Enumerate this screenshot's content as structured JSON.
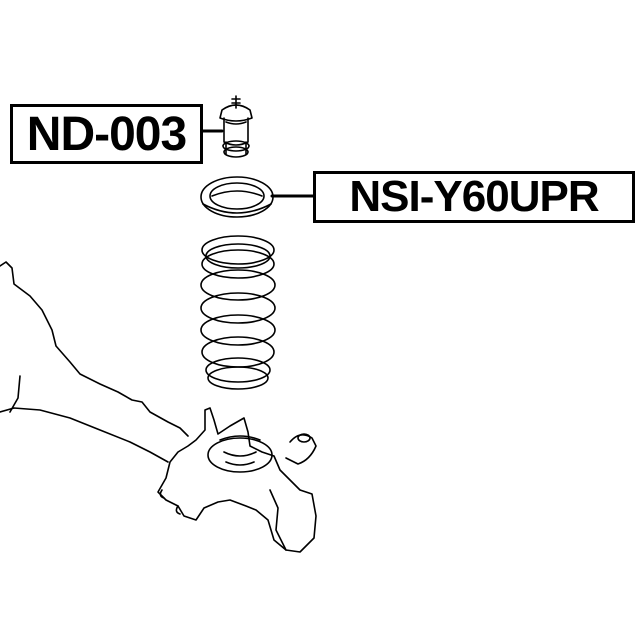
{
  "diagram": {
    "type": "exploded-parts-diagram",
    "subject": "rear suspension spring assembly",
    "callouts": [
      {
        "id": "part-1",
        "part_number": "ND-003",
        "points_to": "bump stop"
      },
      {
        "id": "part-2",
        "part_number": "NSI-Y60UPR",
        "points_to": "upper spring insulator"
      }
    ],
    "components": [
      "bump stop",
      "upper spring insulator",
      "coil spring",
      "axle housing",
      "trailing arm"
    ],
    "colors": {
      "line": "#000000",
      "background": "#ffffff"
    }
  }
}
